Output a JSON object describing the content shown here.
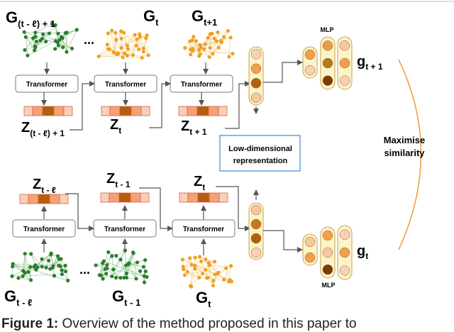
{
  "labels": {
    "g_top_left": "G",
    "g_top_left_sub": "(t - ℓ) + 1",
    "g_top_mid": "G",
    "g_top_mid_sub": "t",
    "g_top_right": "G",
    "g_top_right_sub": "t+1",
    "ellipsis_top": "...",
    "ellipsis_bottom": "...",
    "z_top_left": "Z",
    "z_top_left_sub": "(t - ℓ) + 1",
    "z_top_mid": "Z",
    "z_top_mid_sub": "t",
    "z_top_right": "Z",
    "z_top_right_sub": "t + 1",
    "z_bot_left": "Z",
    "z_bot_left_sub": "t - ℓ",
    "z_bot_mid": "Z",
    "z_bot_mid_sub": "t - 1",
    "z_bot_right": "Z",
    "z_bot_right_sub": "t",
    "g_bot_left": "G",
    "g_bot_left_sub": "t - ℓ",
    "g_bot_mid": "G",
    "g_bot_mid_sub": "t - 1",
    "g_bot_right": "G",
    "g_bot_right_sub": "t",
    "transformer": "Transformer",
    "mlp_top": "MLP",
    "mlp_bottom": "MLP",
    "out_top": "g",
    "out_top_sub": "t + 1",
    "out_bottom": "g",
    "out_bottom_sub": "t",
    "lowdim_line1": "Low-dimensional",
    "lowdim_line2": "representation",
    "maximise_line1": "Maximise",
    "maximise_line2": "similarity"
  },
  "caption": {
    "label": "Figure 1:",
    "text": "Overview of the method proposed in this paper to"
  },
  "colors": {
    "green_graph": "#2e7d32",
    "orange_graph": "#f0a020",
    "bracket": "#f0a040",
    "box_border": "#4a90d9"
  }
}
